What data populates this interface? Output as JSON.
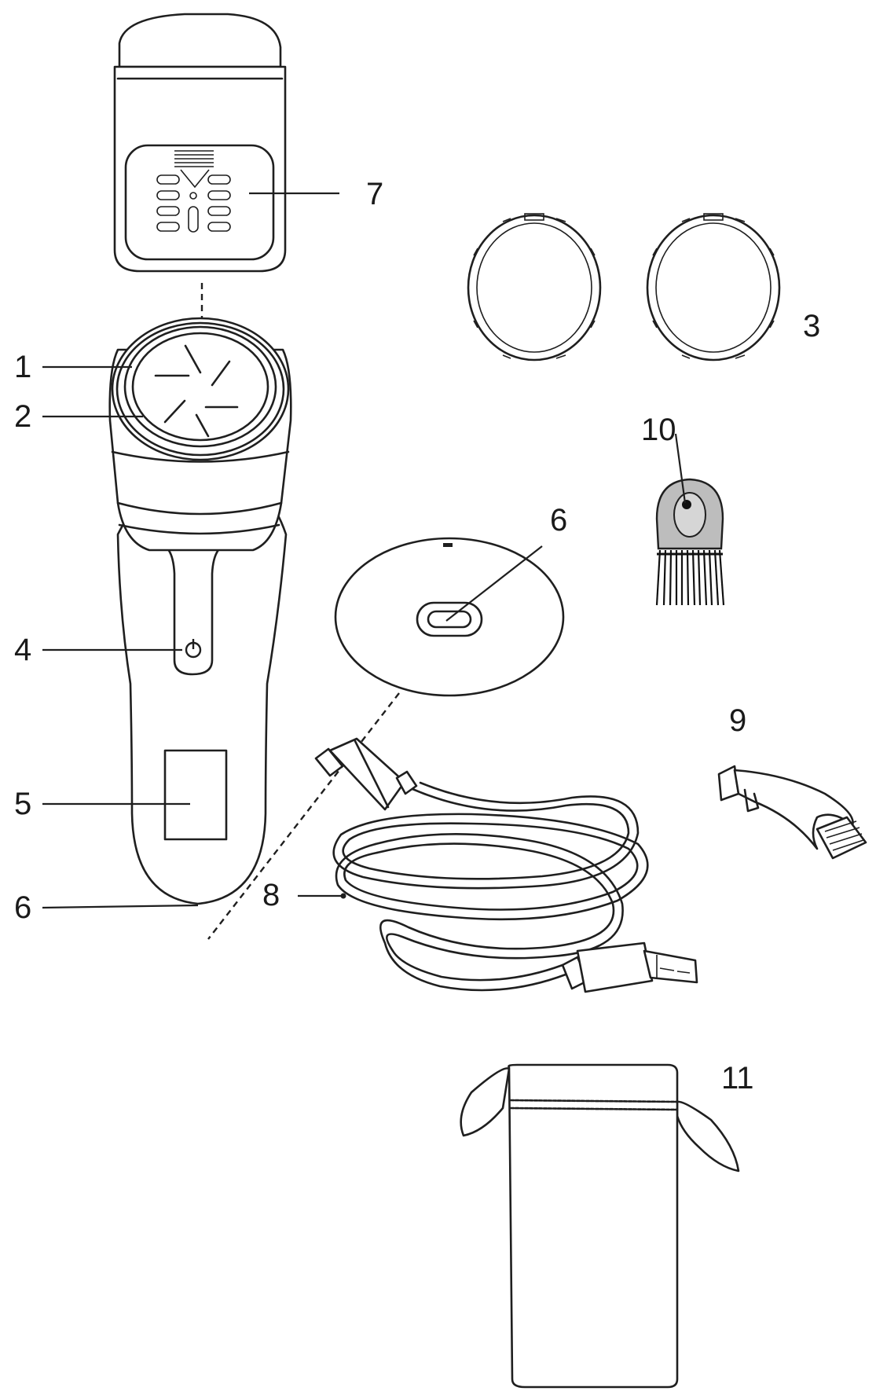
{
  "callouts": {
    "c1": "1",
    "c2": "2",
    "c3": "3",
    "c4": "4",
    "c5": "5",
    "c6_device": "6",
    "c6_base": "6",
    "c7": "7",
    "c8": "8",
    "c9": "9",
    "c10": "10",
    "c11": "11"
  },
  "colors": {
    "line": "#1f1f1f",
    "brush_handle": "#bdbdbd",
    "background": "#ffffff"
  },
  "icons": {
    "power_button": "power-icon"
  }
}
